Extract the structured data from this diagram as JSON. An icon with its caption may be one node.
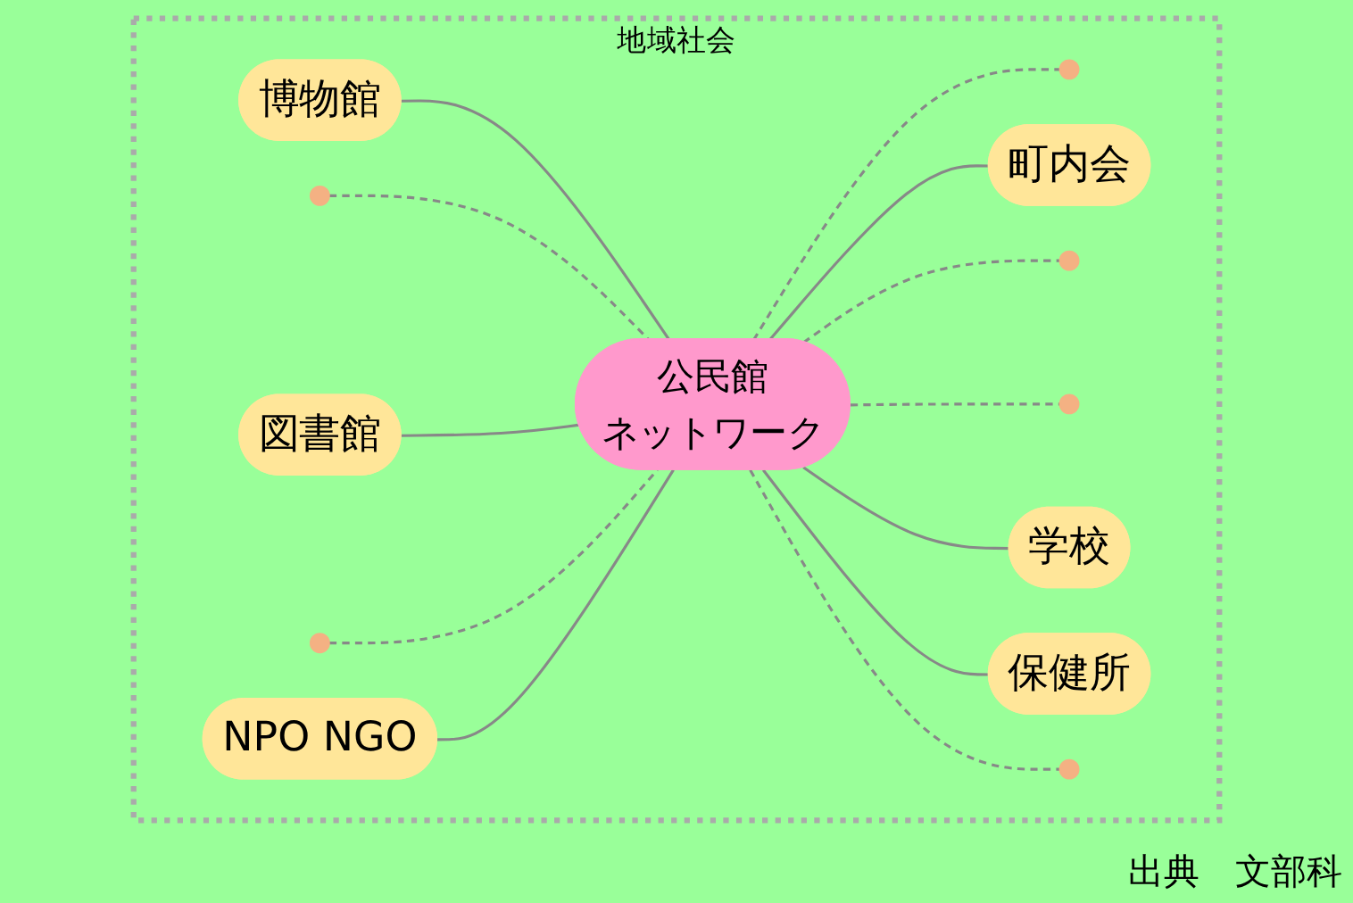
{
  "diagram": {
    "nodes": [
      {
        "text": [
          "地域社会"
        ]
      },
      {
        "text": [
          "博物館"
        ],
        "in": 0
      },
      {
        "text": [],
        "shape": "circle",
        "in": 0
      },
      {
        "text": [
          "図書館"
        ],
        "in": 0
      },
      {
        "text": [],
        "shape": "circle",
        "in": 0
      },
      {
        "text": [
          "NPO NGO"
        ],
        "in": 0
      },
      {
        "text": [
          "公民館",
          "ネットワーク"
        ],
        "in": 0
      },
      {
        "text": [],
        "shape": "circle",
        "in": 0
      },
      {
        "text": [
          "町内会"
        ],
        "in": 0
      },
      {
        "text": [],
        "shape": "circle",
        "in": 0
      },
      {
        "text": [],
        "shape": "circle",
        "in": 0
      },
      {
        "text": [
          "学校"
        ],
        "in": 0
      },
      {
        "text": [
          "保健所"
        ],
        "in": 0
      },
      {
        "text": [],
        "shape": "circle",
        "in": 0
      }
    ],
    "edges": [
      {
        "from": 1,
        "to": 6,
        "arrow": "none"
      },
      {
        "from": 2,
        "to": 6,
        "arrow": "none",
        "style": "dashed"
      },
      {
        "from": 3,
        "to": 6,
        "arrow": "none"
      },
      {
        "from": 4,
        "to": 6,
        "arrow": "none",
        "style": "dashed"
      },
      {
        "from": 5,
        "to": 6,
        "arrow": "none"
      },
      {
        "from": 6,
        "to": 7,
        "arrow": "none",
        "style": "dashed"
      },
      {
        "from": 6,
        "to": 8,
        "arrow": "none"
      },
      {
        "from": 6,
        "to": 9,
        "arrow": "none",
        "style": "dashed"
      },
      {
        "from": 6,
        "to": 10,
        "arrow": "none",
        "style": "dashed"
      },
      {
        "from": 6,
        "to": 11,
        "arrow": "none"
      },
      {
        "from": 6,
        "to": 12,
        "arrow": "none"
      },
      {
        "from": 6,
        "to": 13,
        "arrow": "none",
        "style": "dashed"
      }
    ],
    "labels": [
      "出典　文部科"
    ]
  }
}
